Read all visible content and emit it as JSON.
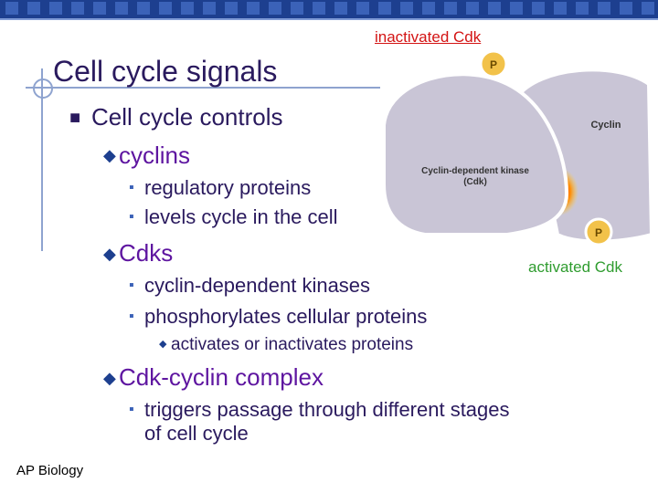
{
  "slide": {
    "title": "Cell cycle signals",
    "footer": "AP Biology"
  },
  "diagram": {
    "inactivated_label": "inactivated Cdk",
    "activated_label": "activated Cdk",
    "cyclin_label": "Cyclin",
    "cdk_label_line1": "Cyclin-dependent kinase",
    "cdk_label_line2": "(Cdk)",
    "phosphate_top": "P",
    "phosphate_bottom": "P"
  },
  "outline": {
    "l1_controls": "Cell cycle controls",
    "l2_cyclins": "cyclins",
    "l3_regulatory": "regulatory proteins",
    "l3_levels": "levels cycle in the cell",
    "l2_cdks": "Cdks",
    "l3_cdk_kinases": "cyclin-dependent kinases",
    "l3_phosphorylates": "phosphorylates cellular proteins",
    "l4_activates": "activates or inactivates proteins",
    "l2_complex": "Cdk-cyclin complex",
    "l3_triggers_line1": "triggers passage through different stages",
    "l3_triggers_line2": "of cell cycle"
  },
  "colors": {
    "title": "#2a1a5e",
    "accent_purple": "#5e15a0",
    "inactivated_red": "#d31414",
    "activated_green": "#2f9c2f",
    "cdk_shape": "#c9c5d6",
    "phosphate": "#f2c24a"
  }
}
